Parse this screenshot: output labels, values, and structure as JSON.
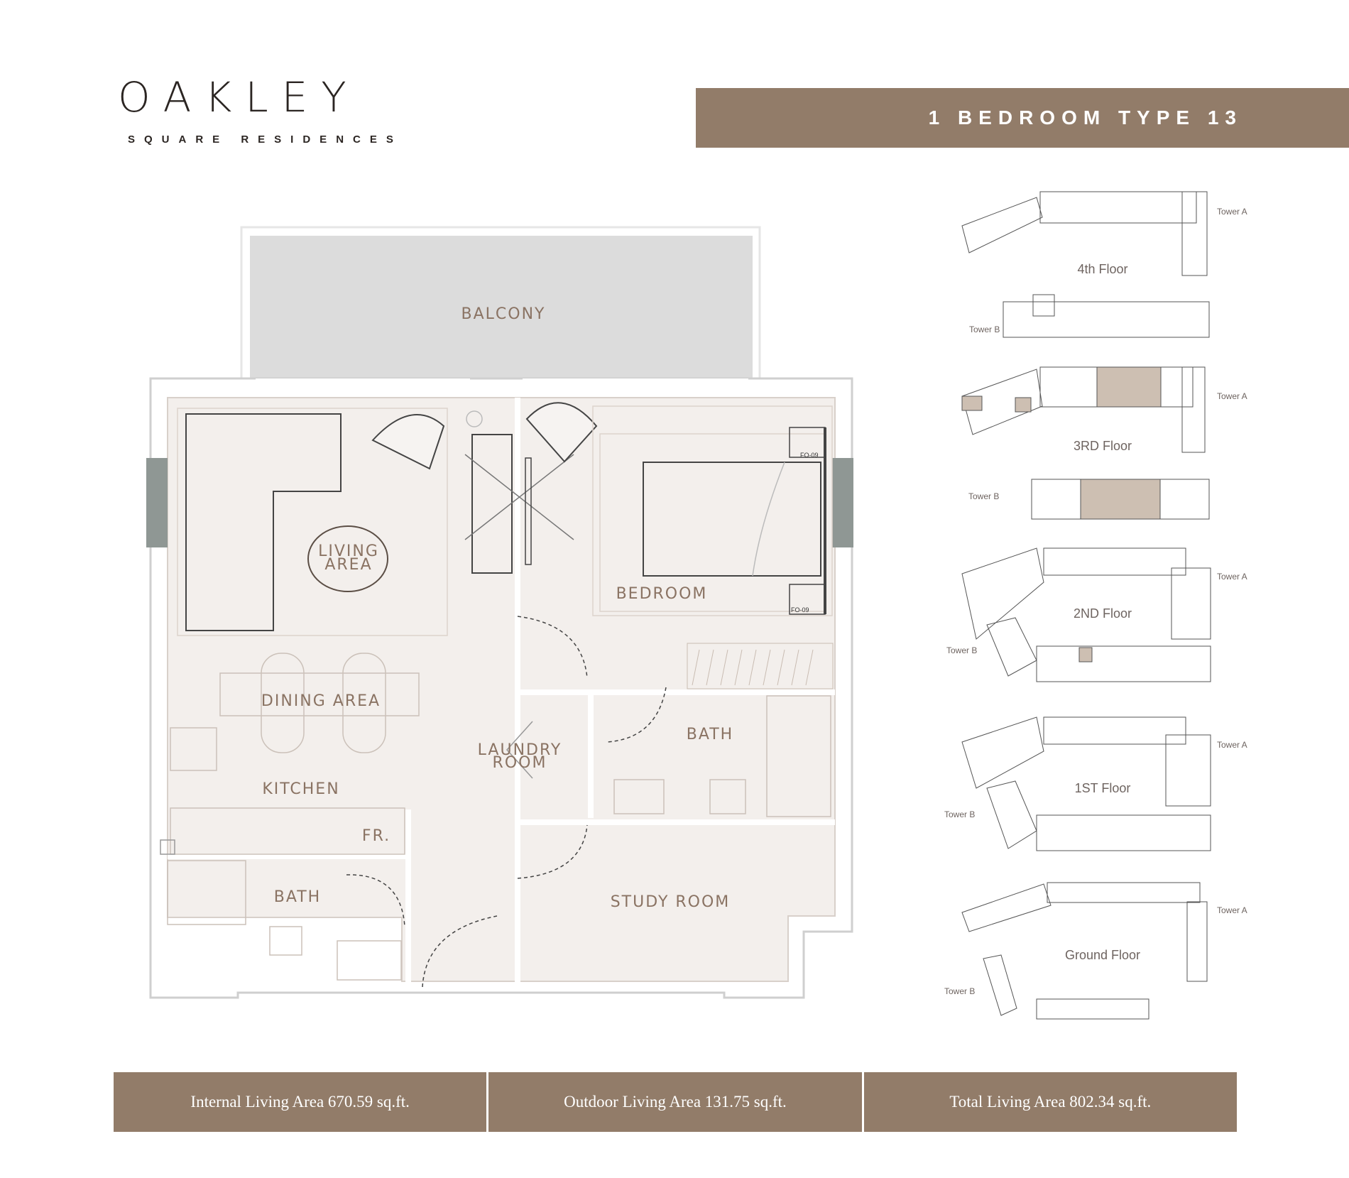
{
  "brand": {
    "title": "OAKLEY",
    "subtitle": "SQUARE RESIDENCES"
  },
  "unit_type": "1 BEDROOM TYPE 13",
  "rooms": {
    "balcony": "BALCONY",
    "living_line1": "LIVING",
    "living_line2": "AREA",
    "bedroom": "BEDROOM",
    "dining": "DINING AREA",
    "laundry_line1": "LAUNDRY",
    "laundry_line2": "ROOM",
    "bath_main": "BATH",
    "kitchen": "KITCHEN",
    "fridge": "FR.",
    "bath_secondary": "BATH",
    "study": "STUDY ROOM",
    "fo_top": "FO-09",
    "fo_bottom": "FO-09"
  },
  "key_plans": [
    {
      "floor": "4th Floor",
      "tower_a": "Tower A",
      "tower_b": "Tower B"
    },
    {
      "floor": "3RD Floor",
      "tower_a": "Tower A",
      "tower_b": "Tower B"
    },
    {
      "floor": "2ND Floor",
      "tower_a": "Tower A",
      "tower_b": "Tower B"
    },
    {
      "floor": "1ST Floor",
      "tower_a": "Tower A",
      "tower_b": "Tower B"
    },
    {
      "floor": "Ground Floor",
      "tower_a": "Tower A",
      "tower_b": "Tower B"
    }
  ],
  "areas": {
    "internal": "Internal Living Area 670.59 sq.ft.",
    "outdoor": "Outdoor Living Area 131.75 sq.ft.",
    "total": "Total Living Area 802.34  sq.ft."
  },
  "colors": {
    "accent": "#927c69",
    "room_fill": "#f3efec",
    "balcony_fill": "#dcdcdc",
    "highlight": "#cdbfb2",
    "window": "#8f9794"
  }
}
